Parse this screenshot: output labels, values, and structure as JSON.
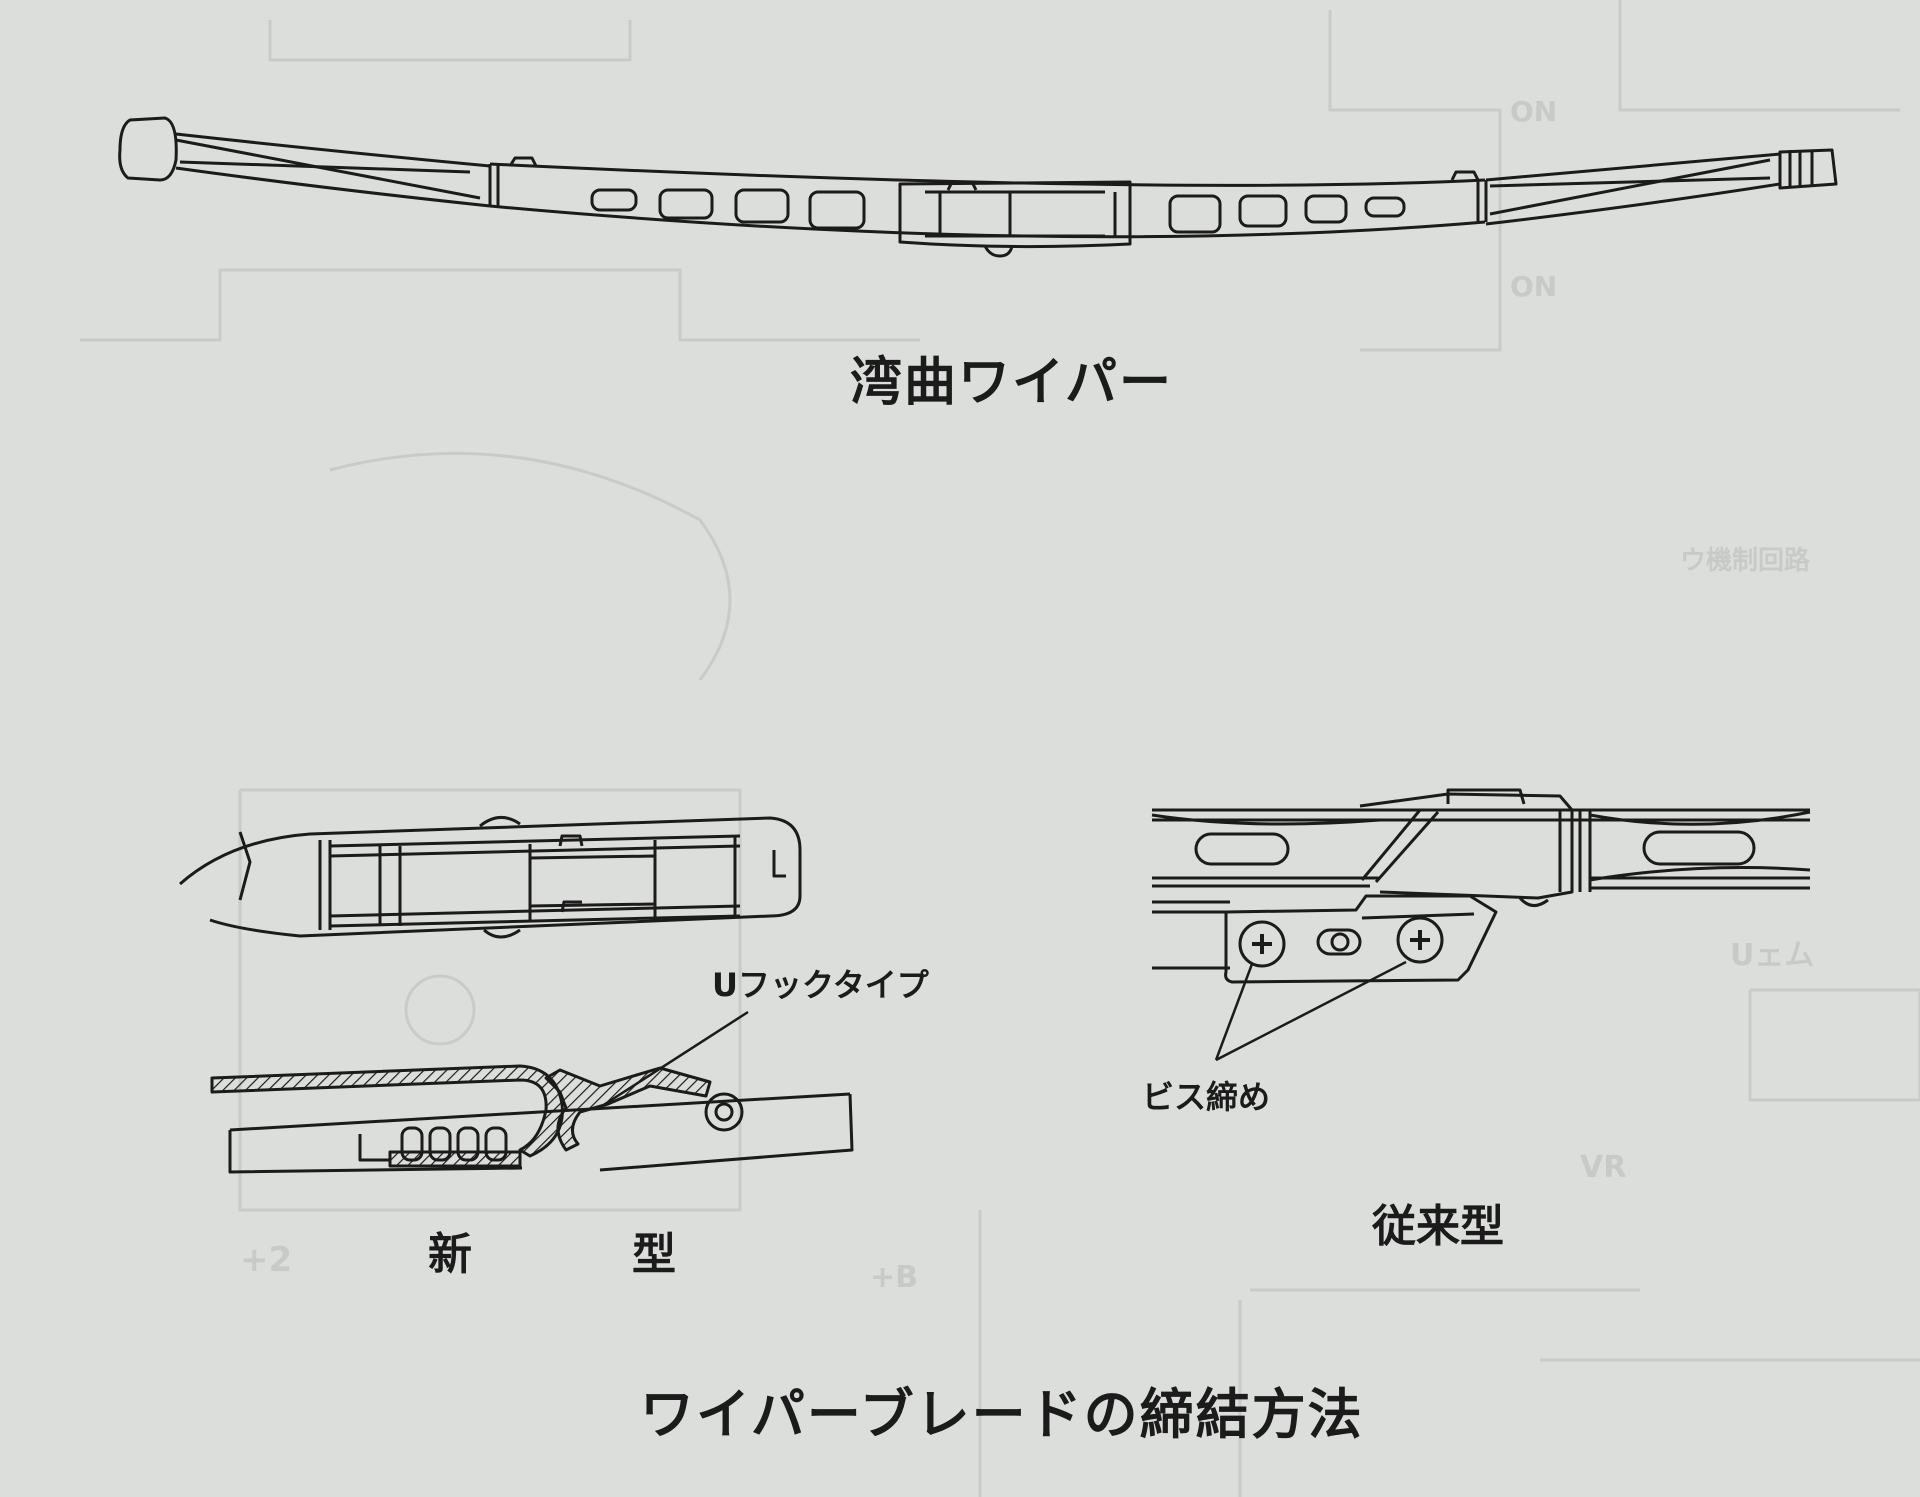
{
  "figure_top": {
    "title": "湾曲ワイパー"
  },
  "figure_new": {
    "callout": "Uフックタイプ",
    "label": "新　型"
  },
  "figure_conventional": {
    "callout": "ビス締め",
    "label": "従来型"
  },
  "caption": "ワイパーブレードの締結方法",
  "colors": {
    "paper": "#dcdedb",
    "ink": "#1b1b1b",
    "bleed_through": "#c8cac7"
  }
}
